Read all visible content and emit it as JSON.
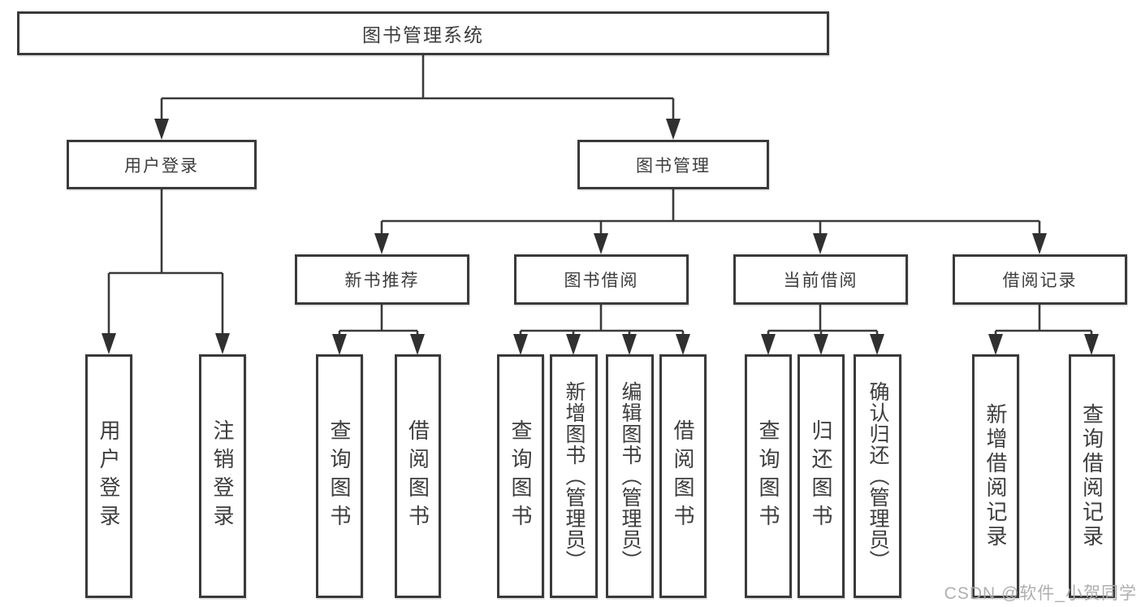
{
  "diagram": {
    "type": "hierarchy-chart",
    "colors": {
      "line": "#3a3a3a",
      "box_border": "#3a3a3a",
      "text": "#3d3d3d",
      "background": "#ffffff",
      "watermark": "#ababab"
    },
    "tree": {
      "root": {
        "label": "图书管理系统",
        "children": [
          {
            "label": "用户登录",
            "children": [
              {
                "label": "用户登录"
              },
              {
                "label": "注销登录"
              }
            ]
          },
          {
            "label": "图书管理",
            "children": [
              {
                "label": "新书推荐",
                "children": [
                  {
                    "label": "查询图书"
                  },
                  {
                    "label": "借阅图书"
                  }
                ]
              },
              {
                "label": "图书借阅",
                "children": [
                  {
                    "label": "查询图书"
                  },
                  {
                    "label": "新增图书（管理员）"
                  },
                  {
                    "label": "编辑图书（管理员）"
                  },
                  {
                    "label": "借阅图书"
                  }
                ]
              },
              {
                "label": "当前借阅",
                "children": [
                  {
                    "label": "查询图书"
                  },
                  {
                    "label": "归还图书"
                  },
                  {
                    "label": "确认归还（管理员）"
                  }
                ]
              },
              {
                "label": "借阅记录",
                "children": [
                  {
                    "label": "新增借阅记录"
                  },
                  {
                    "label": "查询借阅记录"
                  }
                ]
              }
            ]
          }
        ]
      }
    },
    "watermark": {
      "text": "CSDN @软件_小贺同学"
    }
  }
}
